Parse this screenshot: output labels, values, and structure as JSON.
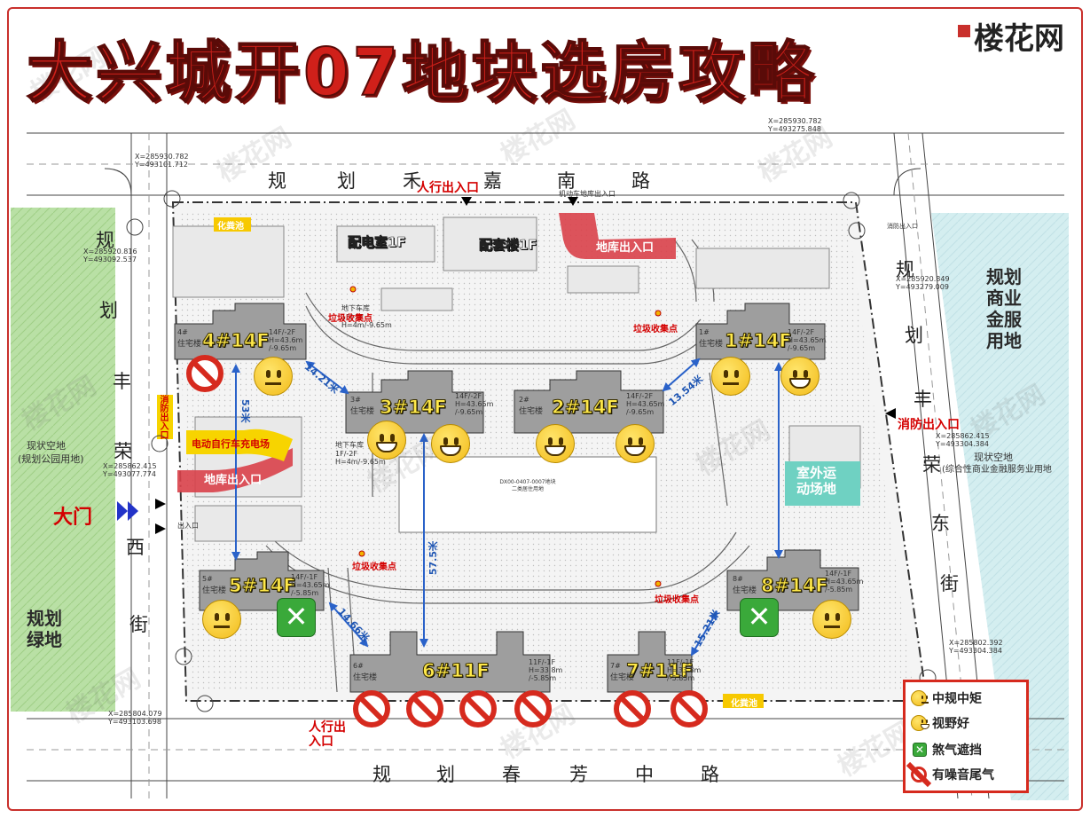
{
  "title": "大兴城开07地块选房攻略",
  "brand": "楼花网",
  "roads": {
    "north": [
      "规",
      "划",
      "禾",
      "嘉",
      "南",
      "路"
    ],
    "south": [
      "规",
      "划",
      "春",
      "芳",
      "中",
      "路"
    ],
    "west": [
      "规",
      "划",
      "丰",
      "荣",
      "西",
      "街"
    ],
    "east": [
      "规",
      "划",
      "丰",
      "荣",
      "东",
      "街"
    ]
  },
  "side_areas": {
    "west_panel": "规划\n绿地",
    "east_panel": "规划\n商业\n金服\n用地",
    "west_note_1": "现状空地",
    "west_note_2": "(规划公园用地)",
    "east_note_1": "现状空地",
    "east_note_2": "(综合性商业金融服务业用地"
  },
  "buildings": [
    {
      "id": "b4",
      "name": "4#14F",
      "tag": "4#",
      "type": "住宅楼",
      "spec": "14F/-2F\nH=43.6m\n/-9.65m"
    },
    {
      "id": "b1",
      "name": "1#14F",
      "tag": "1#",
      "type": "住宅楼",
      "spec": "14F/-2F\nH=43.65m\n/-9.65m"
    },
    {
      "id": "b3",
      "name": "3#14F",
      "tag": "3#",
      "type": "住宅楼",
      "spec": "14F/-2F\nH=43.65m\n/-9.65m"
    },
    {
      "id": "b2",
      "name": "2#14F",
      "tag": "2#",
      "type": "住宅楼",
      "spec": "14F/-2F\nH=43.65m\n/-9.65m"
    },
    {
      "id": "b5",
      "name": "5#14F",
      "tag": "5#",
      "type": "住宅楼",
      "spec": "14F/-1F\nH=43.65m\n/-5.85m"
    },
    {
      "id": "b8",
      "name": "8#14F",
      "tag": "8#",
      "type": "住宅楼",
      "spec": "14F/-1F\nH=43.65m\n/-5.85m"
    },
    {
      "id": "b6",
      "name": "6#11F",
      "tag": "6#",
      "type": "住宅楼",
      "spec": "11F/-1F\nH=33.8m\n/-5.85m"
    },
    {
      "id": "b7",
      "name": "7#11F",
      "tag": "7#",
      "type": "住宅楼",
      "spec": "11F/-1F\nH=33.8m\n/-5.85m"
    }
  ],
  "facilities": {
    "power_room": "配电室1F",
    "support_building": "配套楼1F",
    "garage_exit_north": "地库出入口",
    "garage_exit_west": "地库出入口",
    "ebike_charging": "电动自行车充电场",
    "outdoor_sports": "室外运\n动场地",
    "septic_1": "化粪池",
    "septic_2": "化粪池",
    "garbage": "垃圾收集点",
    "pedestrian_north": "人行出入口",
    "pedestrian_south": "人行出\n入口",
    "fire_exit_east": "消防出入口",
    "fire_exit_west": "消防出入口",
    "main_gate": "大门",
    "entrance_small": "出入口",
    "garage_basement": "地下车库\n1F/-2F\nH=4m/-9.65m",
    "motor_garage": "机动车地库出入口",
    "fire_north_label": "消防出入口"
  },
  "distances": [
    "14.21米",
    "53米",
    "13.54米",
    "57.5米",
    "14.66米",
    "15.21米"
  ],
  "legend": [
    {
      "icon": "neutral-face",
      "label": "中规中矩"
    },
    {
      "icon": "happy-face",
      "label": "视野好"
    },
    {
      "icon": "green-x",
      "label": "煞气遮挡"
    },
    {
      "icon": "no-sign",
      "label": "有噪音尾气"
    }
  ],
  "coords": {
    "nw": "X=285930.782\nY=493101.712",
    "ne": "X=285930.782\nY=493275.848",
    "w1": "X=285920.816\nY=493092.537",
    "w2": "X=285862.415\nY=493077.774",
    "sw": "X=285804.079\nY=493103.698",
    "e1": "X=285920.849\nY=493279.009",
    "e2": "X=285862.415\nY=493304.384",
    "se": "X=285802.392\nY=493304.384"
  },
  "colors": {
    "accent": "#d0201a",
    "legend_border": "#d62a1e",
    "distance_line": "#2a62c9",
    "green_area": "#b9e0a5",
    "blue_area": "#d4eef0"
  }
}
